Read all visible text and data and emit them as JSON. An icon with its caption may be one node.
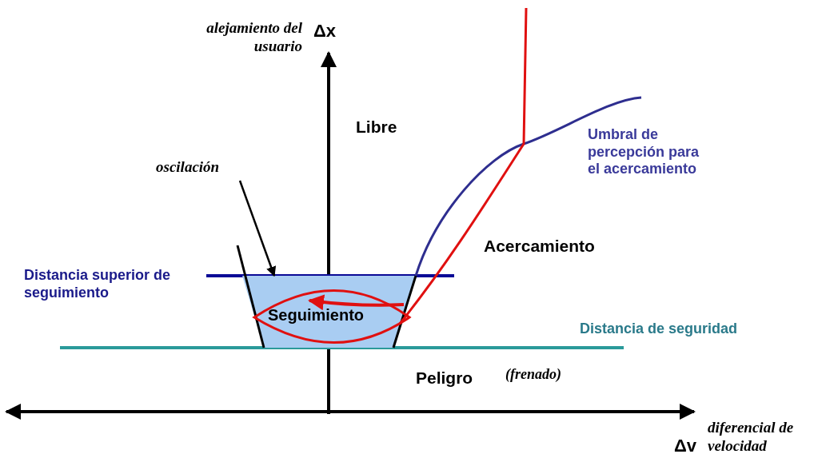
{
  "diagram": {
    "nodes": [
      {
        "text": [
          "oscilación"
        ]
      },
      {
        "text": [
          "Seguimiento"
        ]
      }
    ],
    "edges": [
      {
        "from": 0,
        "to": 1,
        "arrow": "to"
      }
    ],
    "labels": [
      "alejamiento del usuario",
      "Δx",
      "Libre",
      "Umbral de percepción para el acercamiento",
      "Acercamiento",
      "Distancia superior de seguimiento",
      "Distancia de seguridad",
      "Peligro",
      "(frenado)",
      "Δv",
      "diferencial de velocidad"
    ]
  }
}
